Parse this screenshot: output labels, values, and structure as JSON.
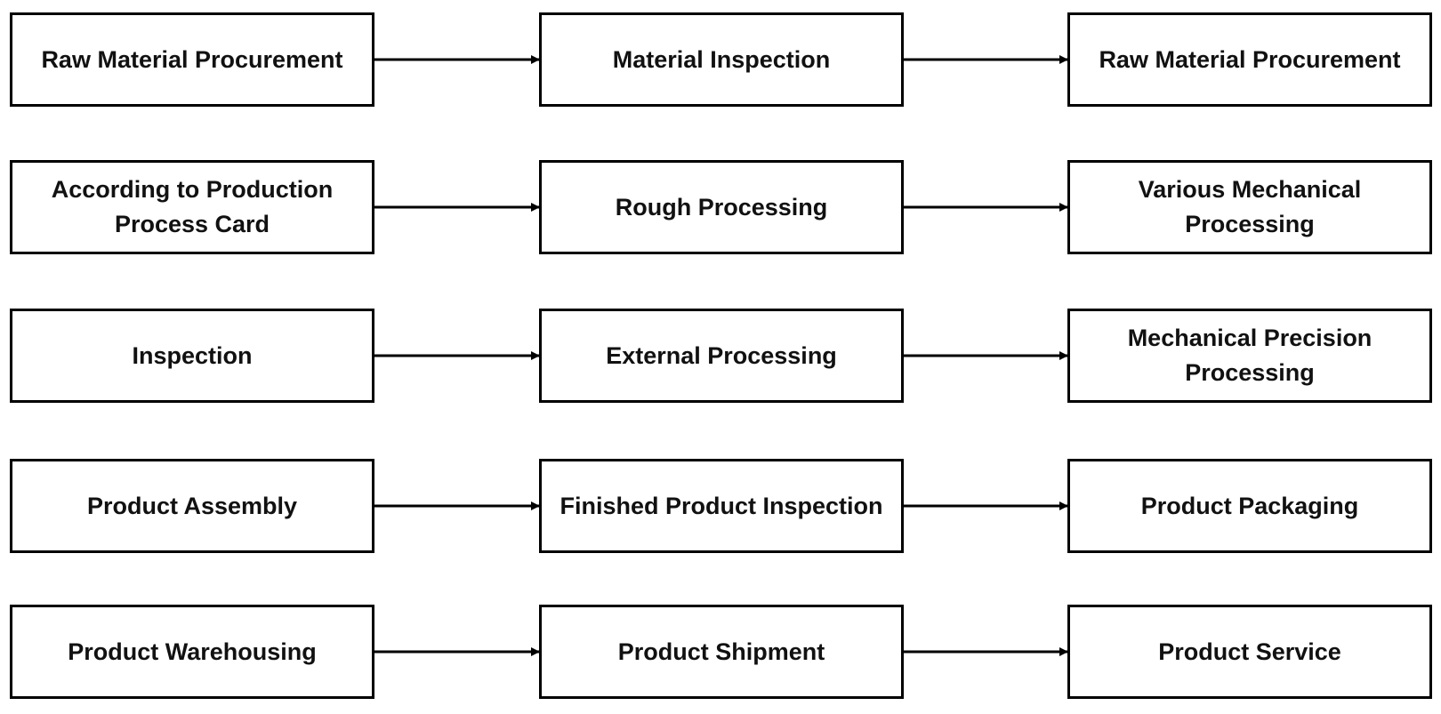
{
  "rows": [
    {
      "nodes": [
        {
          "label": "Raw Material Procurement"
        },
        {
          "label": "Material Inspection"
        },
        {
          "label": "Raw Material Procurement"
        }
      ]
    },
    {
      "nodes": [
        {
          "label": "According to Production Process Card"
        },
        {
          "label": "Rough Processing"
        },
        {
          "label": "Various Mechanical Processing"
        }
      ]
    },
    {
      "nodes": [
        {
          "label": "Inspection"
        },
        {
          "label": "External Processing"
        },
        {
          "label": "Mechanical Precision Processing"
        }
      ]
    },
    {
      "nodes": [
        {
          "label": "Product Assembly"
        },
        {
          "label": "Finished Product Inspection"
        },
        {
          "label": "Product Packaging"
        }
      ]
    },
    {
      "nodes": [
        {
          "label": "Product Warehousing"
        },
        {
          "label": "Product Shipment"
        },
        {
          "label": "Product Service"
        }
      ]
    }
  ],
  "colors": {
    "border": "#000000",
    "text": "#111111",
    "background": "#ffffff"
  }
}
